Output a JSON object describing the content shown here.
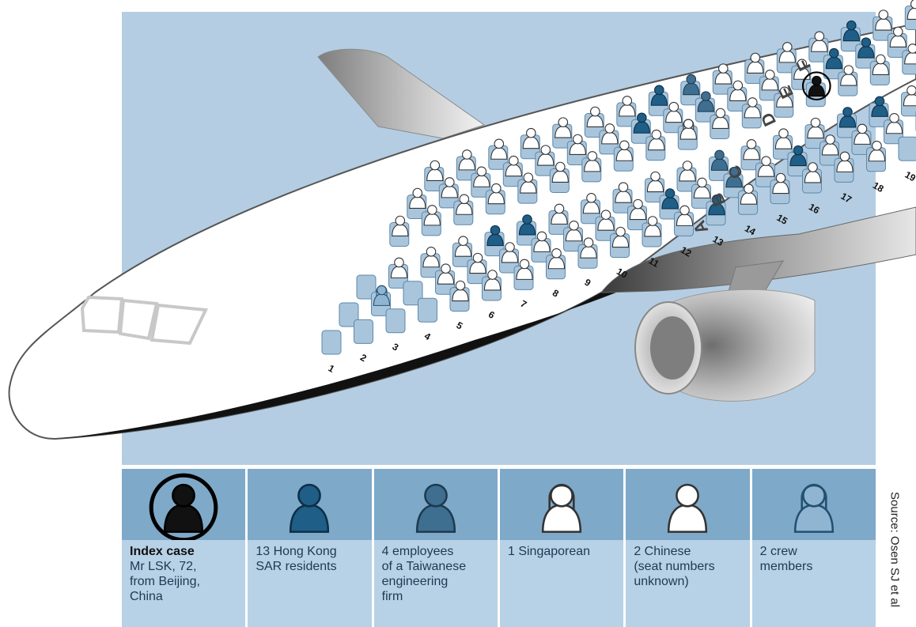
{
  "seating": {
    "row_numbers": [
      "1",
      "2",
      "3",
      "4",
      "5",
      "6",
      "7",
      "8",
      "9",
      "10",
      "11",
      "12",
      "13",
      "14",
      "15",
      "16",
      "17",
      "18",
      "19"
    ],
    "seat_letters": [
      "A",
      "B",
      "C",
      "D",
      "E",
      "F"
    ]
  },
  "legend": [
    {
      "icon": "index-case-icon",
      "title": "Index case",
      "lines": [
        "Mr LSK, 72,",
        "from Beijing,",
        "China"
      ]
    },
    {
      "icon": "hk-resident-icon",
      "lines": [
        "13 Hong Kong",
        "SAR residents"
      ]
    },
    {
      "icon": "taiwanese-employee-icon",
      "lines": [
        "4 employees",
        "of a Taiwanese",
        "engineering",
        "firm"
      ]
    },
    {
      "icon": "singaporean-icon",
      "lines": [
        "1 Singaporean"
      ]
    },
    {
      "icon": "chinese-passenger-icon",
      "lines": [
        "2 Chinese",
        "(seat numbers",
        "unknown)"
      ]
    },
    {
      "icon": "crew-member-icon",
      "lines": [
        "2 crew",
        "members"
      ]
    }
  ],
  "source": "Source: Osen SJ et al",
  "colors": {
    "sky": "#b4cde2",
    "legend_icon_bg": "#7ea9c9",
    "legend_text_bg": "#b7d1e6",
    "hk_resident": "#1f5e86",
    "taiwanese": "#3f6f90",
    "index_case": "#111111",
    "seat": "#a9c5dc"
  }
}
